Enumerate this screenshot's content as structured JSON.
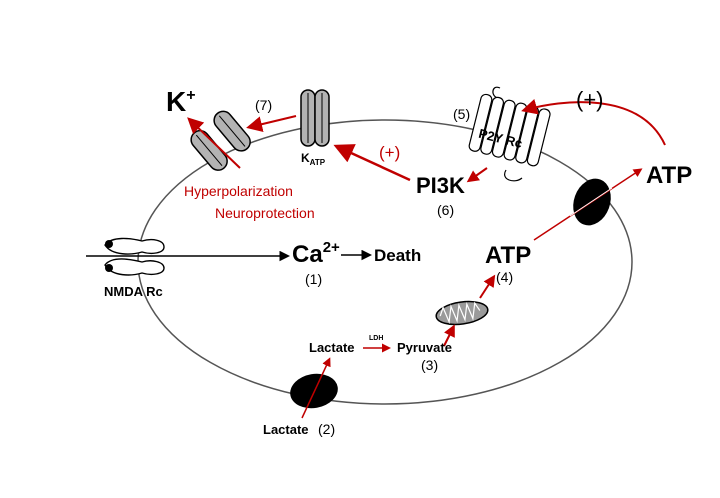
{
  "colors": {
    "arrow_red": "#c00000",
    "membrane": "#555555",
    "channel_fill": "#b3b3b3",
    "transporter_fill": "#000000"
  },
  "labels": {
    "k_ion_base": "K",
    "k_ion_sup": "+",
    "num_7": "(7)",
    "katp_base": "K",
    "katp_sub": "ATP",
    "plus_katp": "(+)",
    "pi3k": "PI3K",
    "num_6": "(6)",
    "num_5": "(5)",
    "p2y_rc": "P2Y Rc",
    "plus_atp": "(+)",
    "atp_outside": "ATP",
    "hyperpolarization": "Hyperpolarization",
    "neuroprotection": "Neuroprotection",
    "ca_base": "Ca",
    "ca_sup": "2+",
    "num_1": "(1)",
    "death": "Death",
    "nmda_rc": "NMDA Rc",
    "atp_inside": "ATP",
    "num_4": "(4)",
    "lactate_inside": "Lactate",
    "ldh": "LDH",
    "pyruvate": "Pyruvate",
    "num_3": "(3)",
    "lactate_outside": "Lactate",
    "num_2": "(2)"
  }
}
